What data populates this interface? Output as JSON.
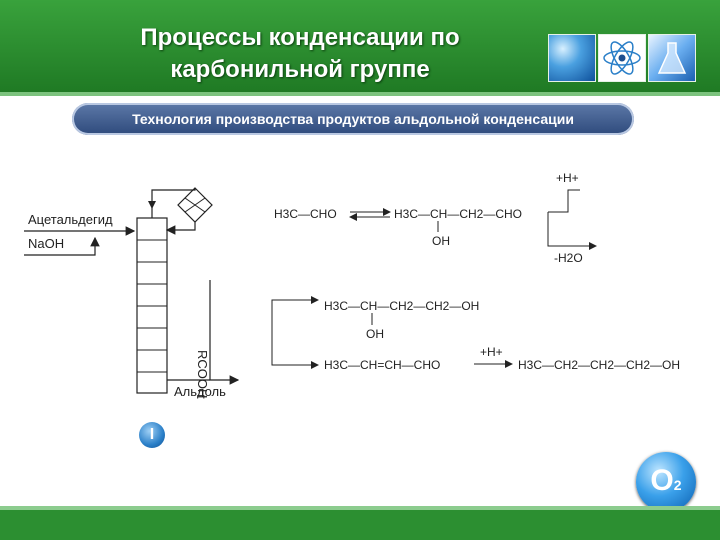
{
  "header": {
    "title_line1": "Процессы конденсации по",
    "title_line2": "карбонильной группе"
  },
  "subtitle": "Технология производства продуктов альдольной конденсации",
  "diagram": {
    "inputs": [
      "Ацетальдегид",
      "NaOH"
    ],
    "column_label": "RCOOH",
    "output_label": "Альдоль",
    "reaction1": {
      "reactant": "H3C—CHO",
      "product_main": "H3C—CH—CH2—CHO",
      "product_branch": "OH",
      "reagent_top": "+H+",
      "reagent_bottom": "-H2O"
    },
    "reaction2": {
      "alcohol_main": "H3C—CH—CH2—CH2—OH",
      "alcohol_branch": "OH",
      "aldehyde": "H3C—CH=CH—CHO",
      "reagent": "+H+",
      "product": "H3C—CH2—CH2—CH2—OH"
    }
  },
  "roman_button": "I",
  "logo": {
    "text": "O",
    "sub": "2"
  }
}
